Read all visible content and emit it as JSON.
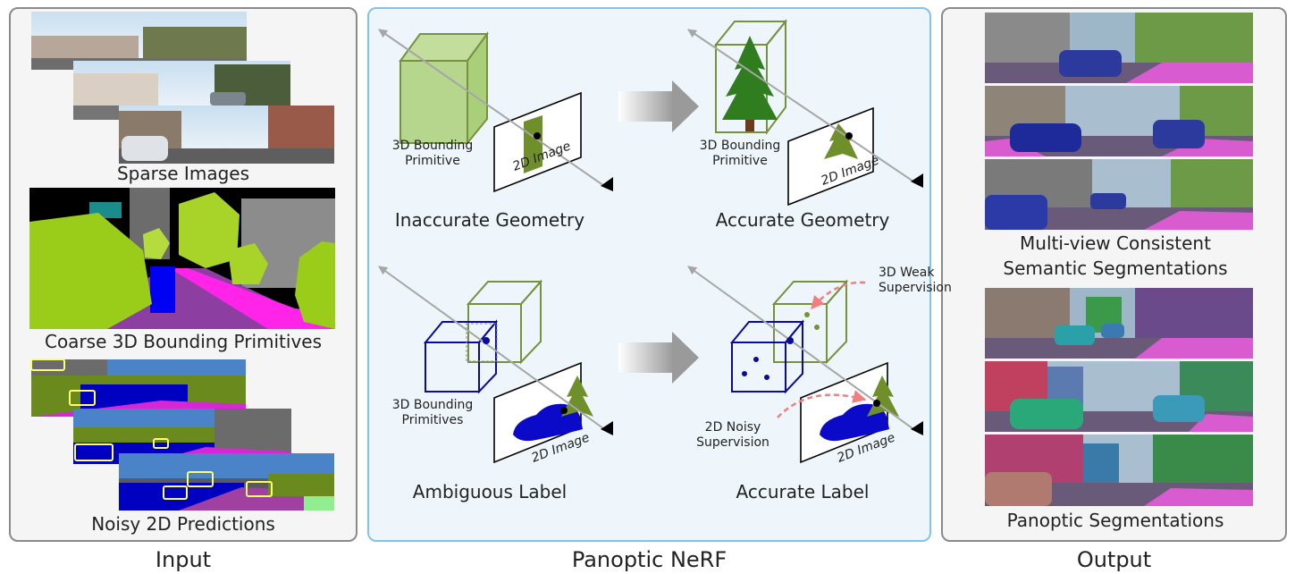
{
  "input": {
    "title": "Input",
    "sparse_images": "Sparse Images",
    "coarse_primitives": "Coarse 3D Bounding Primitives",
    "noisy_predictions": "Noisy 2D Predictions"
  },
  "middle": {
    "title": "Panoptic NeRF",
    "inaccurate_geometry": "Inaccurate Geometry",
    "accurate_geometry": "Accurate Geometry",
    "ambiguous_label": "Ambiguous Label",
    "accurate_label": "Accurate Label",
    "bounding_primitive_1": "3D Bounding\nPrimitive",
    "bounding_primitive_2": "3D Bounding\nPrimitive",
    "bounding_primitives": "3D Bounding\nPrimitives",
    "image_2d": "2D Image",
    "weak_supervision": "3D Weak\nSupervision",
    "noisy_supervision": "2D Noisy\nSupervision"
  },
  "output": {
    "title": "Output",
    "semantic_label": "Multi-view Consistent\nSemantic Segmentations",
    "panoptic_label": "Panoptic Segmentations"
  },
  "colors": {
    "primitive_green": "#76923c",
    "primitive_blue": "#0a0a9c",
    "ray_gray": "#a6a6a6",
    "supervision_pink": "#f08080",
    "panel_border_blue": "#7fc4ea"
  }
}
